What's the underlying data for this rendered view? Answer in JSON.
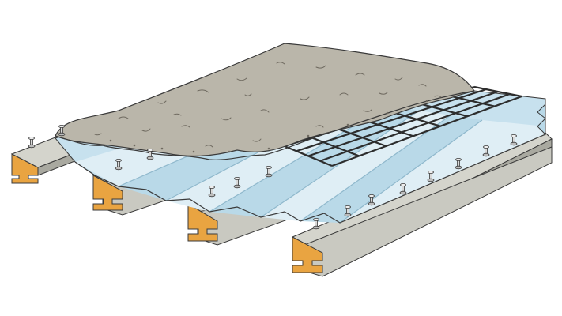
{
  "diagram": {
    "subject": "composite-floor-slab",
    "components": [
      "steel-beam",
      "shear-stud",
      "metal-deck",
      "rebar-mesh",
      "concrete-slab"
    ]
  },
  "colors": {
    "background": "#ffffff",
    "outline": "#3a3a3a",
    "beam_face": "#c9c9c1",
    "beam_shadow": "#a9a9a0",
    "beam_end": "#e9a441",
    "deck_light": "#dfeef5",
    "deck_mid": "#b9d9e8",
    "deck_dark": "#8fb8cc",
    "concrete": "#bab6aa",
    "concrete_dark": "#8f8a7e",
    "rebar": "#2d2d2d",
    "stud": "#d9d9d9"
  }
}
